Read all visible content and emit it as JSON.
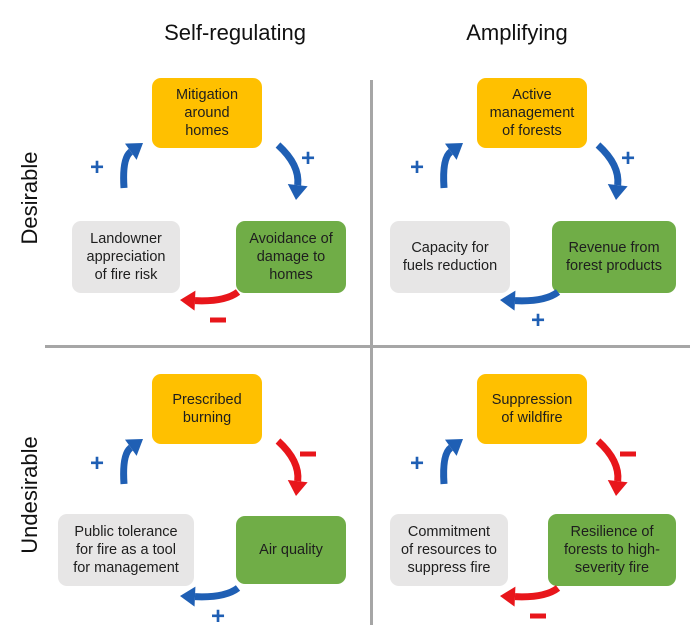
{
  "columns": {
    "left": "Self-regulating",
    "right": "Amplifying"
  },
  "rows": {
    "top": "Desirable",
    "bottom": "Undesirable"
  },
  "quadrants": {
    "top_left": {
      "top_box": "Mitigation\naround\nhomes",
      "right_box": "Avoidance of\ndamage to\nhomes",
      "left_box": "Landowner\nappreciation\nof fire risk",
      "signs": {
        "left_up": "+",
        "right_down": "+",
        "bottom": "–"
      }
    },
    "top_right": {
      "top_box": "Active\nmanagement\nof forests",
      "right_box": "Revenue from\nforest products",
      "left_box": "Capacity for\nfuels reduction",
      "signs": {
        "left_up": "+",
        "right_down": "+",
        "bottom": "+"
      }
    },
    "bottom_left": {
      "top_box": "Prescribed\nburning",
      "right_box": "Air quality",
      "left_box": "Public tolerance\nfor fire as a tool\nfor management",
      "signs": {
        "left_up": "+",
        "right_down": "–",
        "bottom": "+"
      }
    },
    "bottom_right": {
      "top_box": "Suppression\nof wildfire",
      "right_box": "Resilience of\nforests to high-\nseverity fire",
      "left_box": "Commitment\nof resources to\nsuppress fire",
      "signs": {
        "left_up": "+",
        "right_down": "–",
        "bottom": "–"
      }
    }
  },
  "colors": {
    "positive": "#1f5fb4",
    "negative": "#e8161b",
    "top_box": "#ffc000",
    "right_box": "#70ad47",
    "left_box": "#e7e6e6",
    "divider": "#a6a6a6"
  }
}
